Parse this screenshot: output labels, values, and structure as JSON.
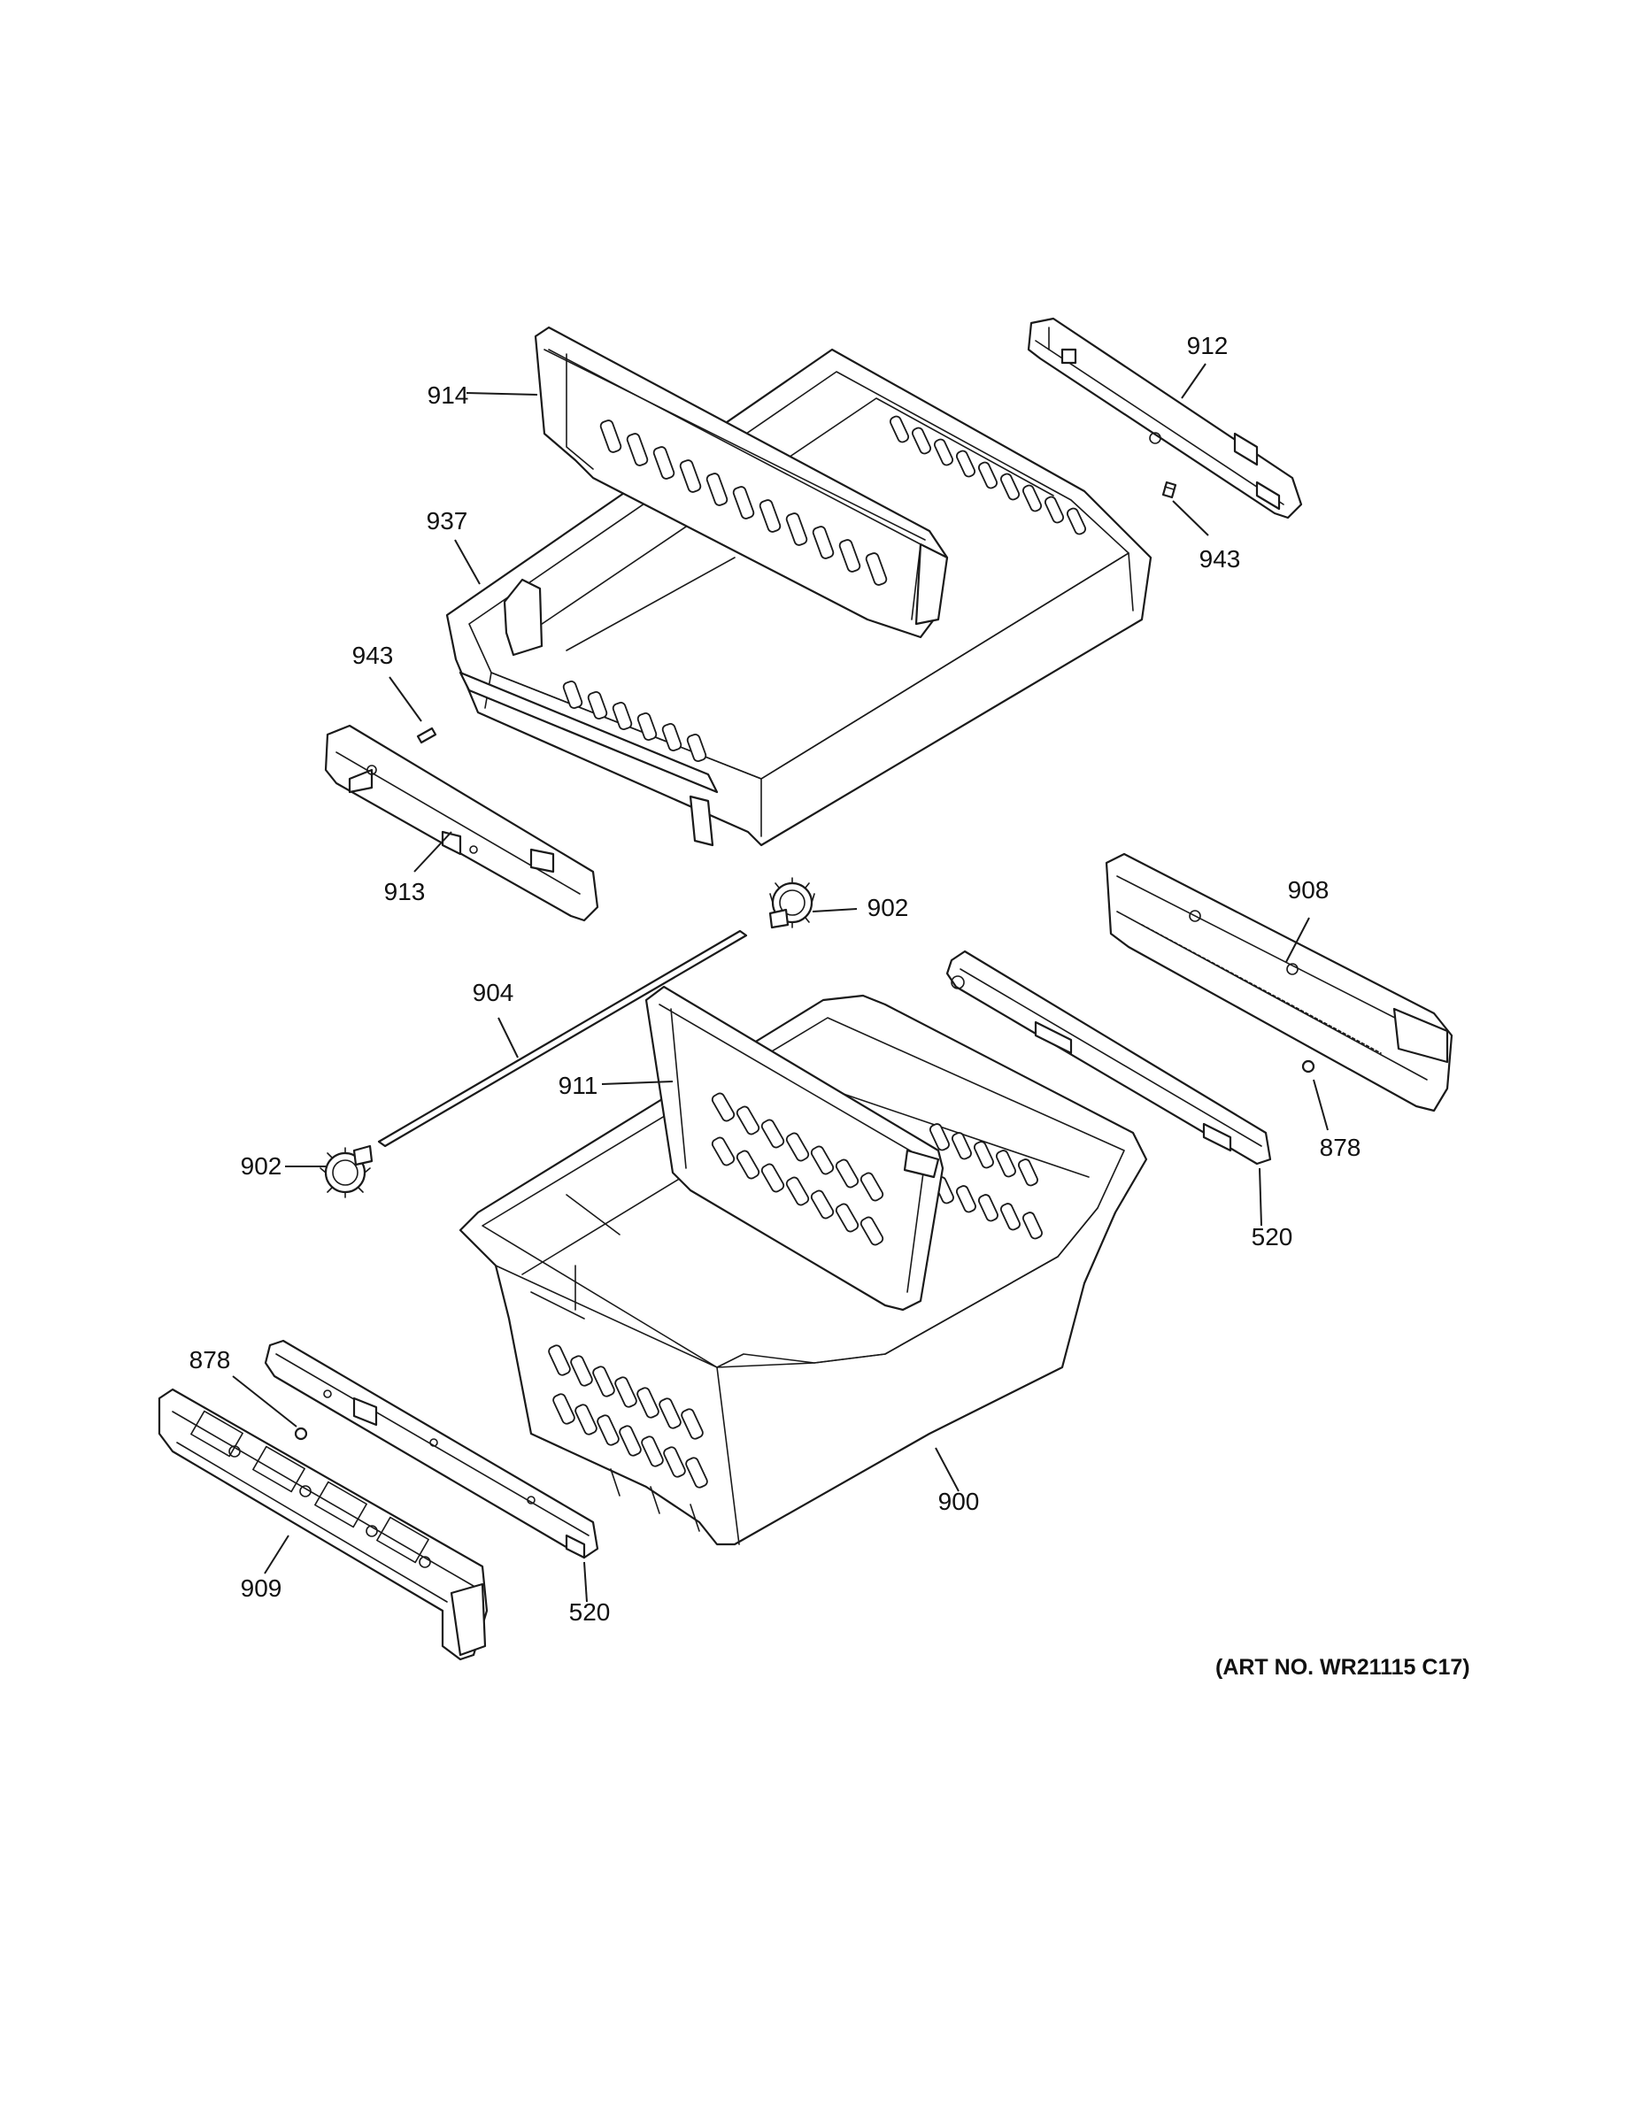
{
  "diagram": {
    "callouts": [
      {
        "id": "c914",
        "label": "914"
      },
      {
        "id": "c912",
        "label": "912"
      },
      {
        "id": "c937",
        "label": "937"
      },
      {
        "id": "c943a",
        "label": "943"
      },
      {
        "id": "c943b",
        "label": "943"
      },
      {
        "id": "c913",
        "label": "913"
      },
      {
        "id": "c902a",
        "label": "902"
      },
      {
        "id": "c908",
        "label": "908"
      },
      {
        "id": "c904",
        "label": "904"
      },
      {
        "id": "c911",
        "label": "911"
      },
      {
        "id": "c902b",
        "label": "902"
      },
      {
        "id": "c878a",
        "label": "878"
      },
      {
        "id": "c520a",
        "label": "520"
      },
      {
        "id": "c878b",
        "label": "878"
      },
      {
        "id": "c900",
        "label": "900"
      },
      {
        "id": "c909",
        "label": "909"
      },
      {
        "id": "c520b",
        "label": "520"
      }
    ],
    "art_number": "(ART NO. WR21115 C17)"
  }
}
